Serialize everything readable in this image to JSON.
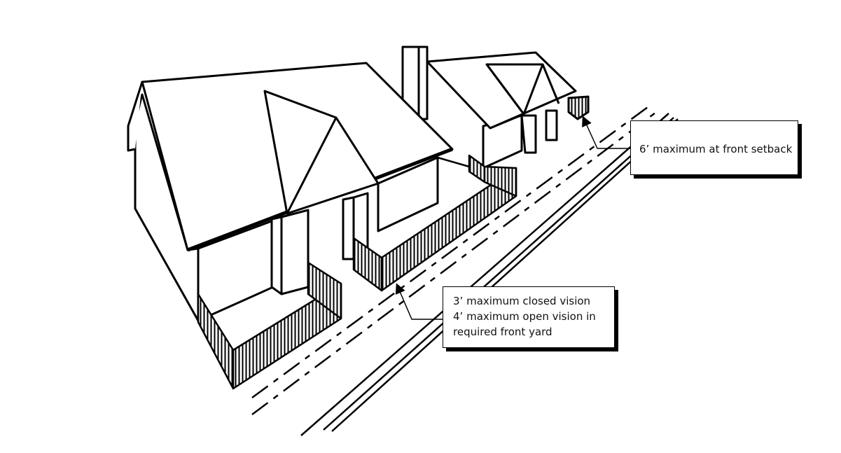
{
  "callouts": {
    "front_setback": "6’ maximum at front setback",
    "front_yard": {
      "line1": "3’ maximum closed vision",
      "line2": "4’ maximum open vision in",
      "line3": "required front yard"
    }
  }
}
